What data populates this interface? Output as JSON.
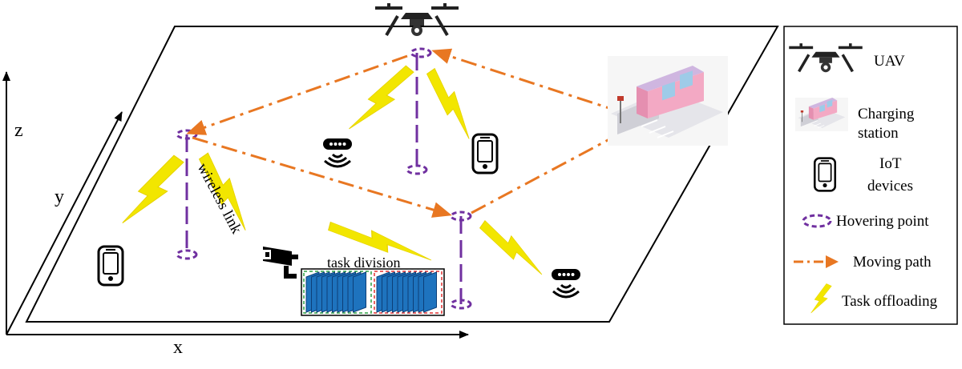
{
  "diagram": {
    "axes": {
      "x_label": "x",
      "y_label": "y",
      "z_label": "z"
    },
    "labels": {
      "wireless_link": "wireless link",
      "task_division": "task division"
    },
    "colors": {
      "path": "#e87722",
      "hover": "#7030a0",
      "offload": "#f2e600",
      "block_fill": "#1e73be",
      "block_dark": "#0d3f78",
      "group_green": "#2ea043",
      "group_red": "#e03030",
      "station_pink": "#f3a9c4",
      "station_roof": "#cfb6e0"
    }
  },
  "legend": {
    "items": [
      {
        "icon": "uav-icon",
        "label": "UAV"
      },
      {
        "icon": "charging-station-icon",
        "label": "Charging station"
      },
      {
        "icon": "iot-device-icon",
        "label": "IoT devices"
      },
      {
        "icon": "hovering-point-icon",
        "label": "Hovering point"
      },
      {
        "icon": "moving-path-icon",
        "label": "Moving path"
      },
      {
        "icon": "task-offloading-icon",
        "label": "Task offloading"
      }
    ]
  }
}
